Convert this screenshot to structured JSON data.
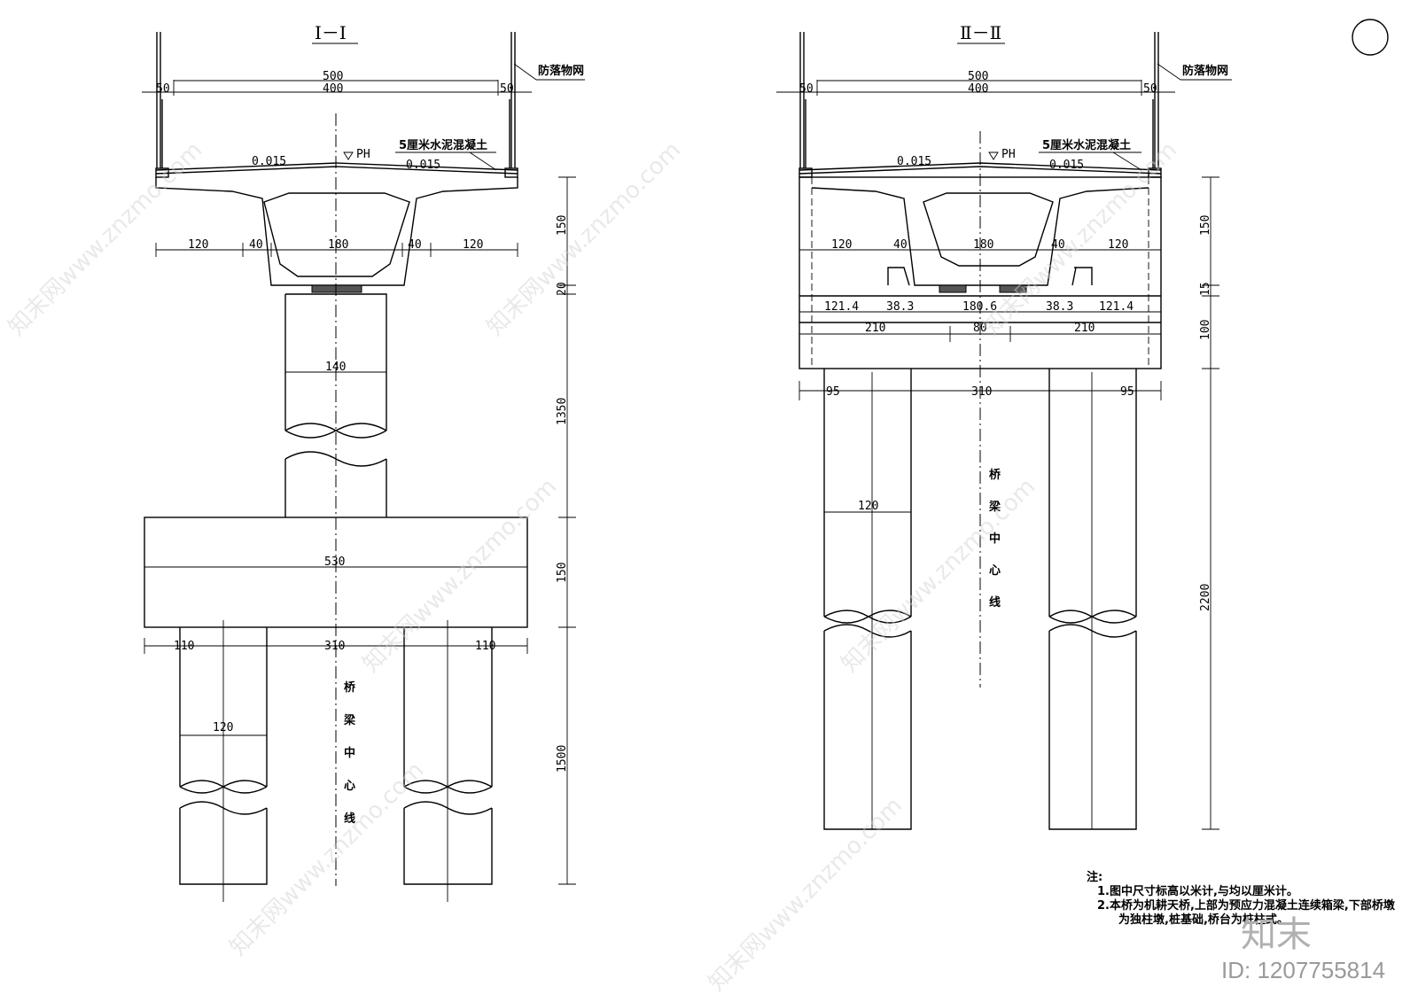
{
  "drawing": {
    "section1_title": "I－I",
    "section2_title": "Ⅱ－Ⅱ",
    "net_label": "防落物网",
    "pavement_label": "5厘米水泥混凝土",
    "ph_label": "PH",
    "slope": "0.015",
    "centerline_label": [
      "桥",
      "梁",
      "中",
      "心",
      "线"
    ]
  },
  "section1": {
    "deck_total": "500",
    "deck_inner": "400",
    "curb": "50",
    "widths": [
      "120",
      "40",
      "180",
      "40",
      "120"
    ],
    "pier_dia": "140",
    "cap_width": "530",
    "pile_spacing": [
      "110",
      "310",
      "110"
    ],
    "pile_dia": "120",
    "heights": [
      "150",
      "20",
      "1350",
      "150",
      "1500"
    ]
  },
  "section2": {
    "deck_total": "500",
    "deck_inner": "400",
    "curb": "50",
    "widths": [
      "120",
      "40",
      "180",
      "40",
      "120"
    ],
    "bearing_widths": [
      "121.4",
      "38.3",
      "180.6",
      "38.3",
      "121.4"
    ],
    "cap_widths": [
      "210",
      "80",
      "210"
    ],
    "pile_spacing": [
      "95",
      "310",
      "95"
    ],
    "pile_dia": "120",
    "heights": [
      "150",
      "15",
      "100",
      "2200"
    ]
  },
  "notes": {
    "head": "注:",
    "line1": "1.图中尺寸标高以米计,与均以厘米计。",
    "line2": "2.本桥为机耕天桥,上部为预应力混凝土连续箱梁,下部桥墩",
    "line3": "为独柱墩,桩基础,桥台为桩柱式。"
  },
  "watermark": {
    "text": "知末网www.znzmo.com",
    "logo": "知末",
    "id": "ID: 1207755814"
  }
}
